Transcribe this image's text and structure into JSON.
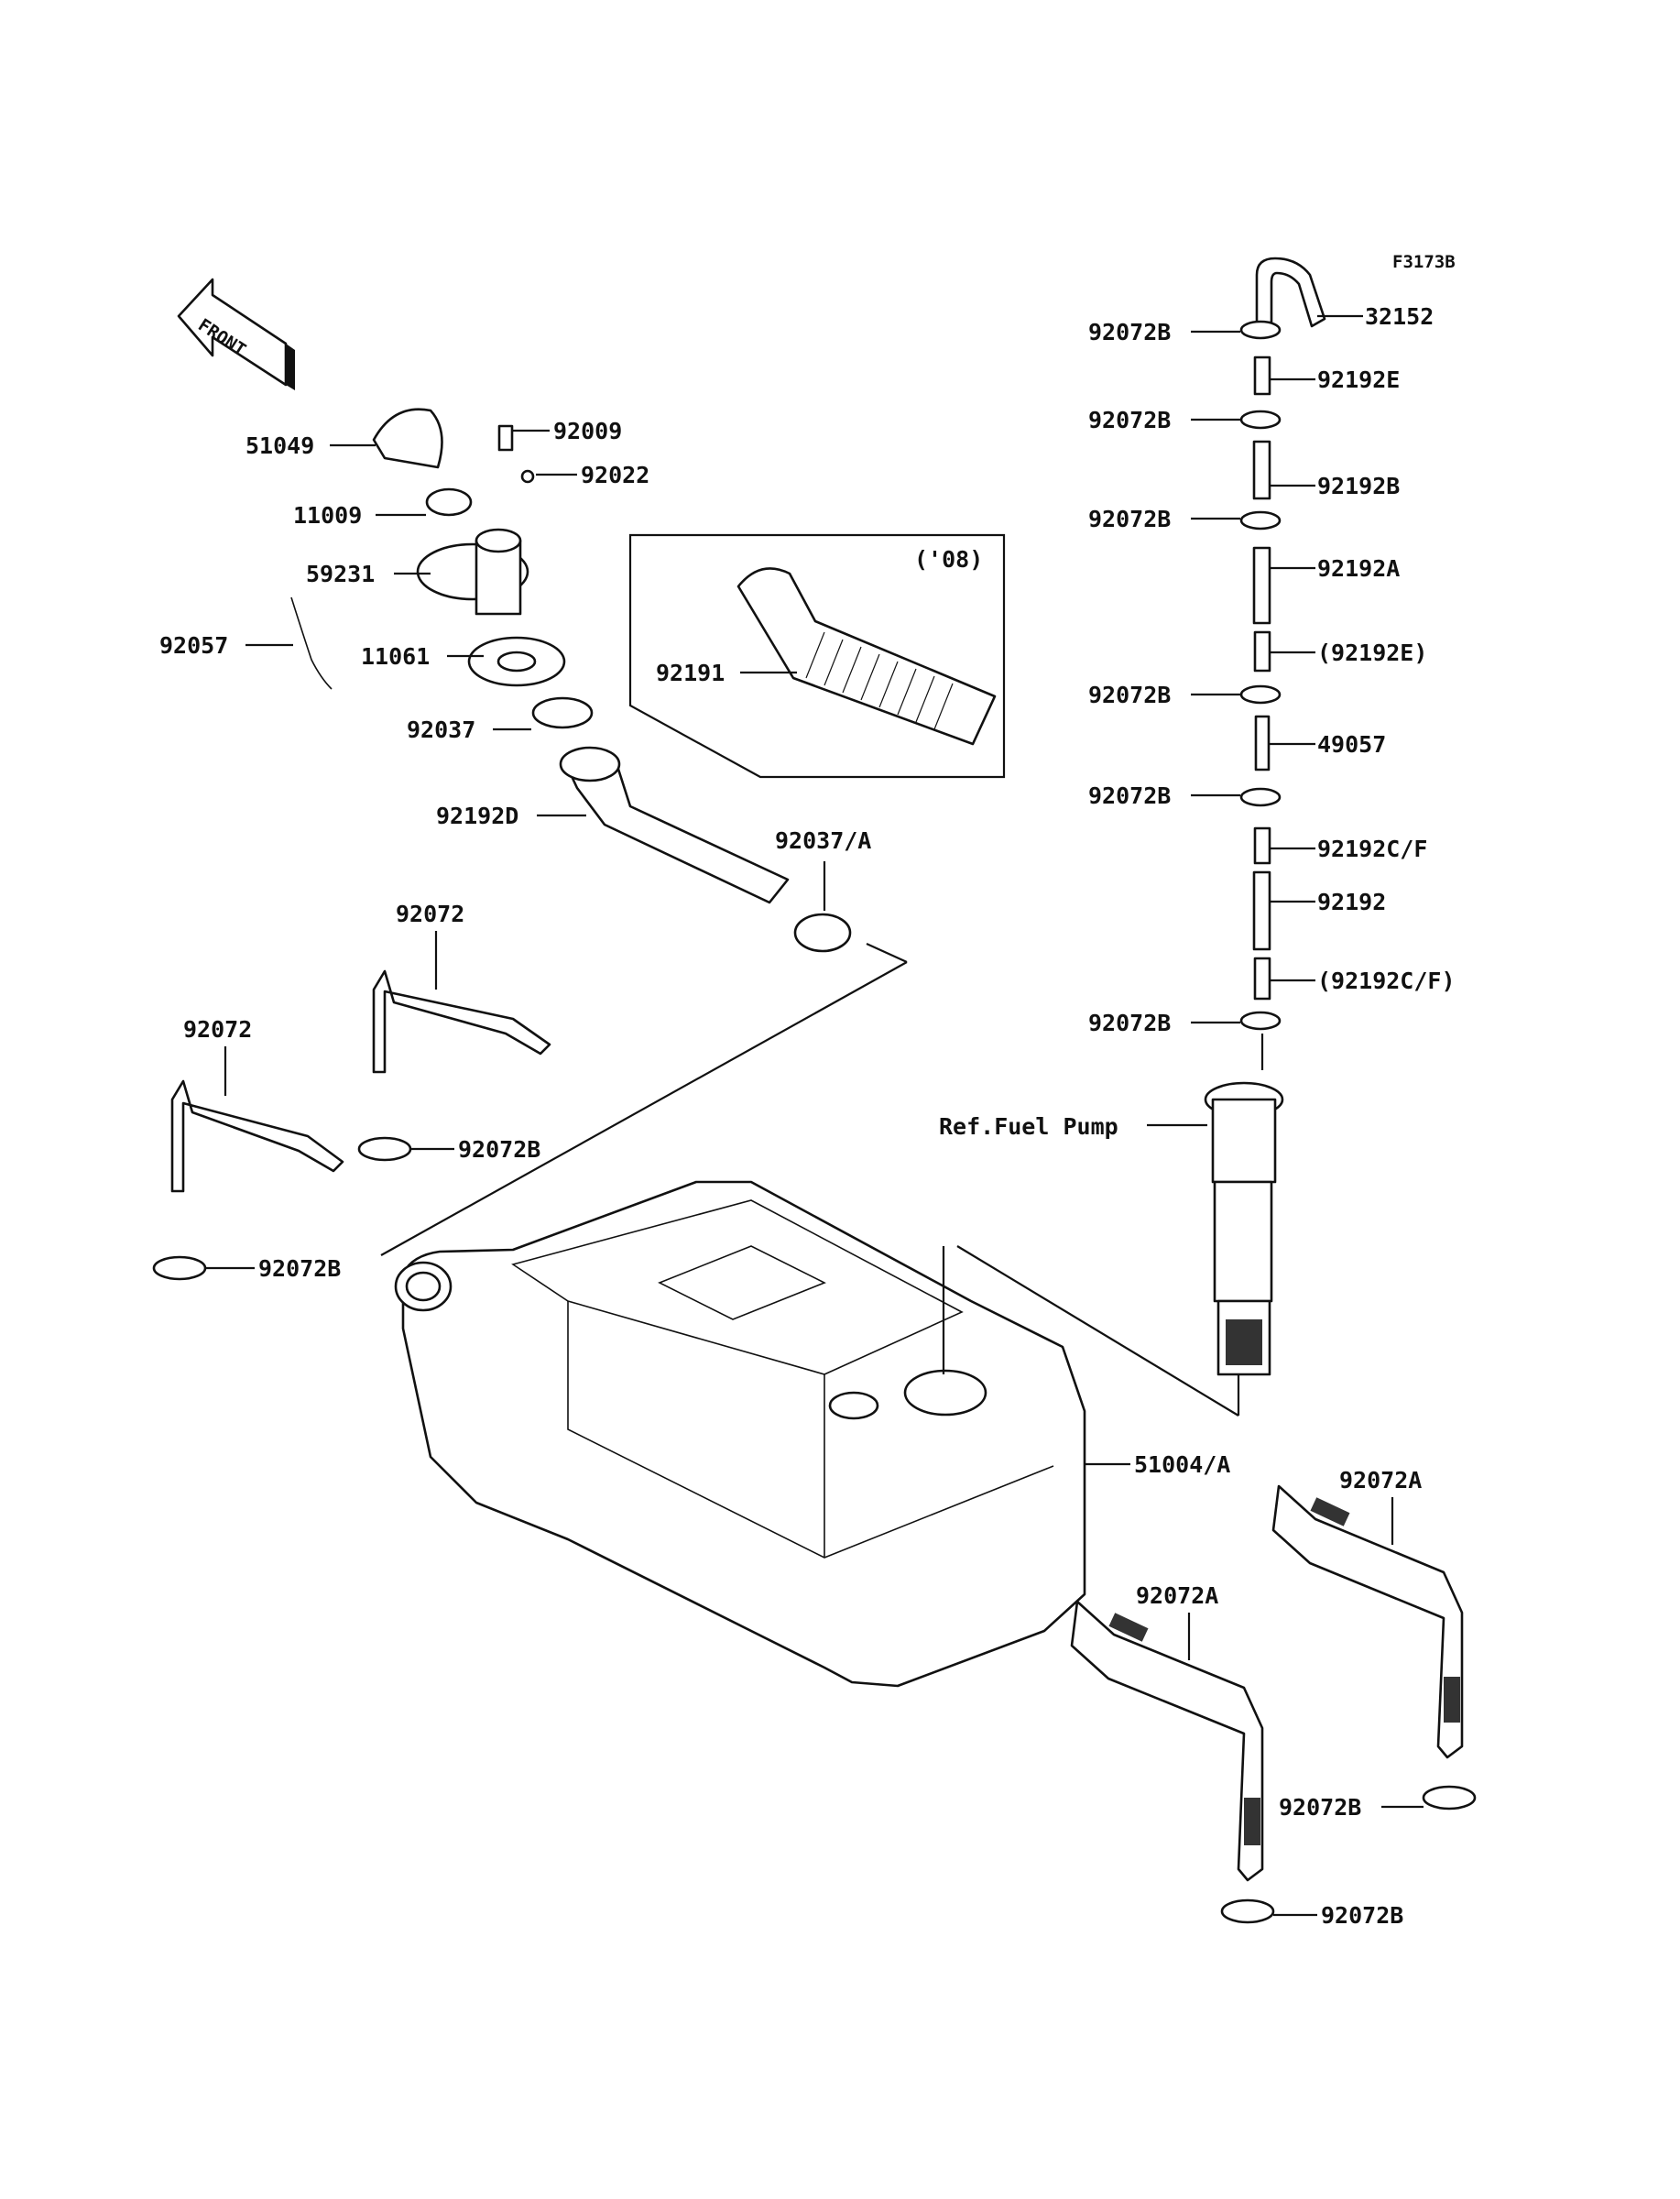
{
  "figure_code": "F3173B",
  "front_arrow_label": "FRONT",
  "inset_label": "('08)",
  "ref_label": "Ref.Fuel Pump",
  "labels": {
    "p32152": "32152",
    "p92072B_1": "92072B",
    "p92192E": "92192E",
    "p92072B_2": "92072B",
    "p92192B": "92192B",
    "p92072B_3": "92072B",
    "p92192A": "92192A",
    "p92192E_ref": "(92192E)",
    "p92072B_4": "92072B",
    "p49057": "49057",
    "p92072B_5": "92072B",
    "p92192CF": "92192C/F",
    "p92192": "92192",
    "p92192CF_ref": "(92192C/F)",
    "p92072B_6": "92072B",
    "p51049": "51049",
    "p92009": "92009",
    "p92022": "92022",
    "p11009": "11009",
    "p59231": "59231",
    "p92057": "92057",
    "p11061": "11061",
    "p92037": "92037",
    "p92191": "92191",
    "p92192D": "92192D",
    "p92037A": "92037/A",
    "p92072_right": "92072",
    "p92072_left": "92072",
    "p92072B_strapR": "92072B",
    "p92072B_strapL": "92072B",
    "p51004A": "51004/A",
    "p92072A_right": "92072A",
    "p92072A_left": "92072A",
    "p92072B_bottomR": "92072B",
    "p92072B_bottom": "92072B"
  }
}
